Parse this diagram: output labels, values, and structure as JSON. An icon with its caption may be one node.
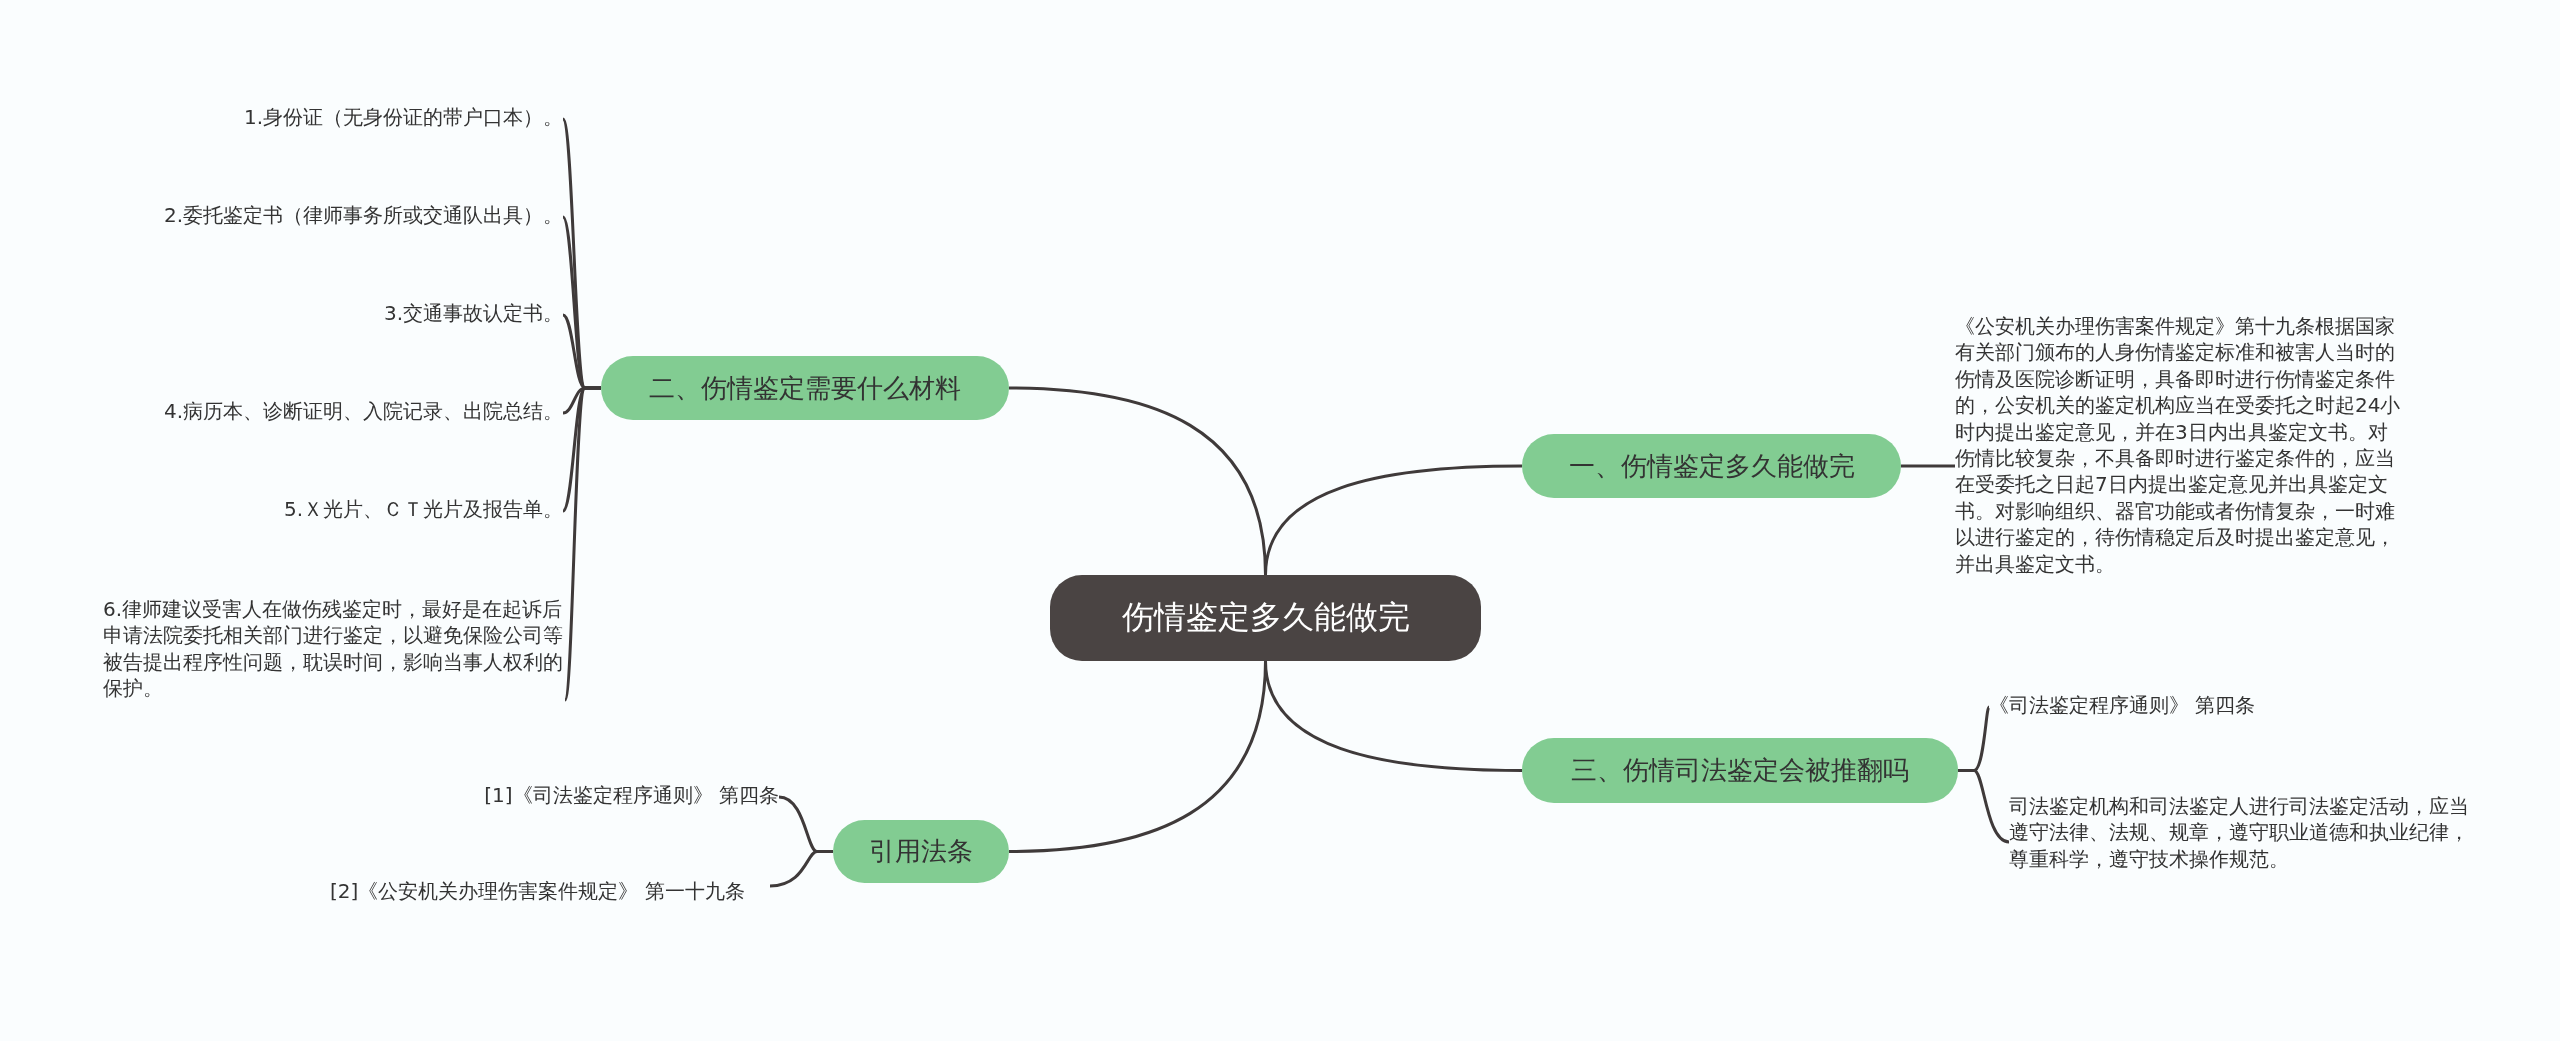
{
  "diagram": {
    "nodes": [
      {
        "text": [
          "伤情鉴定多久能做完"
        ]
      },
      {
        "text": [
          "二、伤情鉴定需要什么材料"
        ]
      },
      {
        "text": [
          "1.身份证（无身份证的带户口本）。"
        ]
      },
      {
        "text": [
          "2.委托鉴定书（律师事务所或交通队出具）。"
        ]
      },
      {
        "text": [
          "3.交通事故认定书。"
        ]
      },
      {
        "text": [
          "4.病历本、诊断证明、入院记录、出院总结。"
        ]
      },
      {
        "text": [
          "5.Ｘ光片、ＣＴ光片及报告单。"
        ]
      },
      {
        "text": [
          "6.律师建议受害人在做伤残鉴定时，最好是在起诉后申请法院委托相关部门进行鉴定，以避免保险公司等被告提出程序性问题，耽误时间，影响当事人权利的保护。"
        ]
      },
      {
        "text": [
          "一、伤情鉴定多久能做完"
        ]
      },
      {
        "text": [
          "《公安机关办理伤害案件规定》第十九条根据国家有关部门颁布的人身伤情鉴定标准和被害人当时的伤情及医院诊断证明，具备即时进行伤情鉴定条件的，公安机关的鉴定机构应当在受委托之时起24小时内提出鉴定意见，并在3日内出具鉴定文书。对伤情比较复杂，不具备即时进行鉴定条件的，应当在受委托之日起7日内提出鉴定意见并出具鉴定文书。对影响组织、器官功能或者伤情复杂，一时难以进行鉴定的，待伤情稳定后及时提出鉴定意见，并出具鉴定文书。"
        ]
      },
      {
        "text": [
          "三、伤情司法鉴定会被推翻吗"
        ]
      },
      {
        "text": [
          "《司法鉴定程序通则》 第四条"
        ]
      },
      {
        "text": [
          "司法鉴定机构和司法鉴定人进行司法鉴定活动，应当遵守法律、法规、规章，遵守职业道德和执业纪律，尊重科学，遵守技术操作规范。"
        ]
      },
      {
        "text": [
          "引用法条"
        ]
      },
      {
        "text": [
          "[1]《司法鉴定程序通则》 第四条"
        ]
      },
      {
        "text": [
          "[2]《公安机关办理伤害案件规定》 第一十九条"
        ]
      }
    ],
    "edges": [
      {
        "from": 0,
        "to": 1,
        "arrow": "none"
      },
      {
        "from": 1,
        "to": 2,
        "arrow": "none"
      },
      {
        "from": 1,
        "to": 3,
        "arrow": "none"
      },
      {
        "from": 1,
        "to": 4,
        "arrow": "none"
      },
      {
        "from": 1,
        "to": 5,
        "arrow": "none"
      },
      {
        "from": 1,
        "to": 6,
        "arrow": "none"
      },
      {
        "from": 1,
        "to": 7,
        "arrow": "none"
      },
      {
        "from": 0,
        "to": 8,
        "arrow": "none"
      },
      {
        "from": 8,
        "to": 9,
        "arrow": "none"
      },
      {
        "from": 0,
        "to": 10,
        "arrow": "none"
      },
      {
        "from": 10,
        "to": 11,
        "arrow": "none"
      },
      {
        "from": 10,
        "to": 12,
        "arrow": "none"
      },
      {
        "from": 0,
        "to": 13,
        "arrow": "none"
      },
      {
        "from": 13,
        "to": 14,
        "arrow": "none"
      },
      {
        "from": 13,
        "to": 15,
        "arrow": "none"
      }
    ]
  }
}
